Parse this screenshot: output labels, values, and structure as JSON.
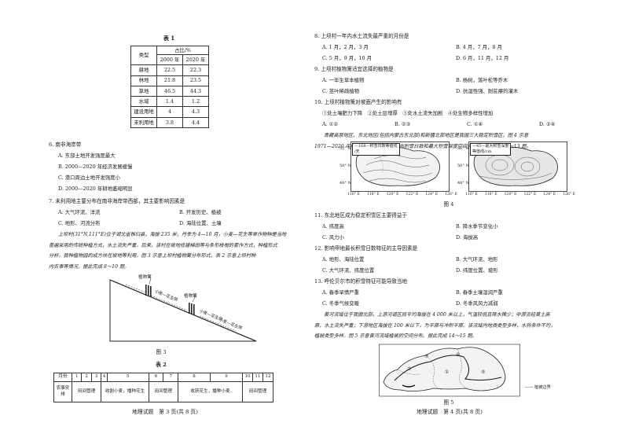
{
  "left": {
    "table1": {
      "title": "表 1",
      "unit": "占比/%",
      "col_type": "类型",
      "years": [
        "2000 年",
        "2020 年"
      ],
      "rows": [
        {
          "type": "耕地",
          "v2000": "22.5",
          "v2020": "22.3"
        },
        {
          "type": "林地",
          "v2000": "21.8",
          "v2020": "23.5"
        },
        {
          "type": "草地",
          "v2000": "46.5",
          "v2020": "44.3"
        },
        {
          "type": "水域",
          "v2000": "1.4",
          "v2020": "1.2"
        },
        {
          "type": "建设用地",
          "v2000": "4",
          "v2020": "4.3"
        },
        {
          "type": "未利用地",
          "v2000": "3.8",
          "v2020": "4.4"
        }
      ]
    },
    "q6": {
      "stem": "6. 南非海岸带",
      "options": [
        "A. 东部土地开发强度最大",
        "B. 2000—2020 年经济发展缓慢",
        "C. 港口周边土地开发强度小",
        "D. 2000—2020 年耕地萎缩明显"
      ]
    },
    "q7": {
      "stem": "7. 未利用地主要分布在南非海岸带西部，其主要影响因素是",
      "options": [
        "A. 大气环流、洋流",
        "B. 开发历史、植被",
        "C. 地形、河流分布",
        "D. 海陆位置、土壤"
      ]
    },
    "passage": [
      "上坝村(31°N,111°E)位于湖北省秭归县，海拔 235 米，丹季为 4—10 月，小麦—花生等旱作物种是当地",
      "普遍采用的传统种植方式，水土流失严重。后来，该村在坡地修建梯田等与条形枝柑的套作方式，种植形式",
      "分析，我种植物园的成方块在坡地等利用。图 3 示意上坝村植物篱分布形式，表 2 示意上坝村种",
      "内农事等情况。据此完成 8～10 题。"
    ],
    "fig3": {
      "caption": "图 3",
      "label_hedge1": "植物篱",
      "label_hedge2": "植物篱",
      "label_crop1": "小麦—花生带",
      "label_crop2": "小麦—花生带",
      "label_crop3": "小麦—花生带"
    },
    "table2": {
      "title": "表 2",
      "month_label": "月份",
      "months": [
        "1",
        "2",
        "3",
        "4",
        "5",
        "6",
        "7",
        "8",
        "9",
        "10",
        "11",
        "12"
      ],
      "work_label": "农事安排",
      "cells": [
        "田间管理",
        "收割小麦，播种花生",
        "田间管理",
        "收获花生，播种小麦",
        "田间管理"
      ]
    },
    "footer": "地理试题　第 3 页(共 8 页)"
  },
  "right": {
    "q8": {
      "stem": "8. 上坝村一年内水土流失最严重的月份是",
      "options": [
        "A. 1 月，2 月，3 月",
        "B. 4 月，7 月，8 月",
        "C. 5 月，9 月，10 月",
        "D. 6 月，11 月，12 月"
      ]
    },
    "q9": {
      "stem": "9. 上坝村植物篱适宜选择的植物是",
      "options": [
        "A. 一年生草本植物",
        "B. 杨树，落叶松等乔木",
        "C. 茎叶稀疏植物",
        "D. 抗湿性强、耐贫瘠的灌木"
      ]
    },
    "q10": {
      "stem": "10. 上坝村植物篱对坡面产生的影响有",
      "items": "①处土壤肥力下降　②处土层增厚　③处水土流失加剧　④处生物多样性增加",
      "options": [
        "A. ①②",
        "B. ②③",
        "C. ①④",
        "D. ②④"
      ]
    },
    "passage2": [
      "青藏高原地区、东北地区(包括内蒙古东北部)和新疆北部地区是我国三大稳定积雪区。图 4 示意",
      "1971—2020 年内蒙古东北部呼伦贝尔市积雪日数和最大积雪深度空间分布。据此完成 11～13 题。"
    ],
    "fig4": {
      "caption": "图 4",
      "left_legend": [
        "—168—积雪日数等值线",
        "/天"
      ],
      "right_legend": [
        "—45—最大积雪深度",
        "等值线/cm"
      ],
      "lat_left": [
        "52° N",
        "50° N",
        "48° N"
      ],
      "lat_right": [
        "52° N",
        "50° N",
        "48° N"
      ],
      "lon_left": [
        "116° E",
        "118° E",
        "120° E",
        "122° E",
        "124° E",
        "126° E"
      ],
      "lon_right": [
        "116° E",
        "118° E",
        "120° E",
        "122° E",
        "124° E",
        "126° E"
      ]
    },
    "q11": {
      "stem": "11. 东北地区成为稳定积雪区主要得益于",
      "options": [
        "A. 纬度高",
        "B. 降水季节变化小",
        "C. 风力小",
        "D. 海拔高"
      ]
    },
    "q12": {
      "stem": "12. 影响甲地最长积雪日数特征的主导因素是",
      "options": [
        "A. 地形、海陆位置",
        "B. 大气环流、地形",
        "C. 大气环流、纬度位置",
        "D. 纬度位置、坡形"
      ]
    },
    "q13": {
      "stem": "13. 呼伦贝尔市的积雪特征可能导致当地",
      "options": [
        "A. 春季旱情严重",
        "B. 春季土壤湿润严重",
        "C. 冬季气候变暖",
        "D. 冬季风风力减弱"
      ]
    },
    "passage3": [
      "黄河流域位于我国北部，上游河道区段平均海拔在 4 000 米以上，气温较低且降水稀少；中游流经黄土高",
      "原，水土流失严重；下游地区海拔在 100 米以下，为平原与冲积平原。该流域内地质类型多样，水热条件不均，",
      "植被类型多样。图 5 示意黄河流域植被的空间分布。据此完成 14～15 题。"
    ],
    "fig5": {
      "caption": "图 5",
      "legend": "—— 植被边界",
      "regions": [
        "②",
        "③",
        "④",
        "⑤",
        "①"
      ]
    },
    "footer": "地理试题　第 4 页(共 8 页)"
  }
}
